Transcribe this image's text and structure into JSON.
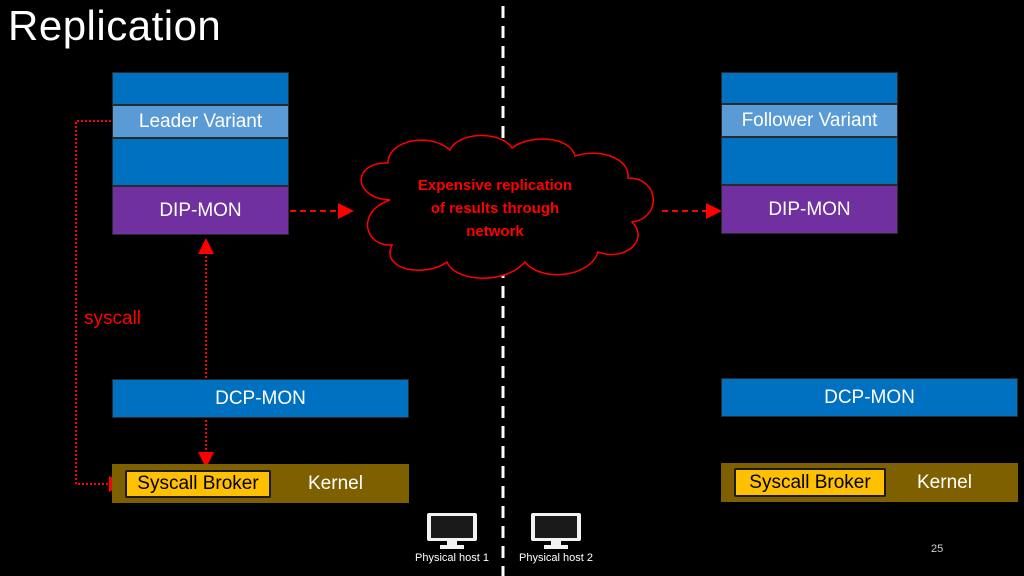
{
  "slide": {
    "title": "Replication",
    "page_number": "25"
  },
  "left": {
    "variant_label": "Leader Variant",
    "dipmon_label": "DIP-MON",
    "dcpmon_label": "DCP-MON",
    "broker_label": "Syscall Broker",
    "kernel_label": "Kernel",
    "syscall_label": "syscall"
  },
  "right": {
    "variant_label": "Follower Variant",
    "dipmon_label": "DIP-MON",
    "dcpmon_label": "DCP-MON",
    "broker_label": "Syscall Broker",
    "kernel_label": "Kernel"
  },
  "cloud": {
    "line1": "Expensive replication",
    "line2": "of results through",
    "line3": "network"
  },
  "hosts": [
    {
      "label": "Physical host 1",
      "icon": "monitor-icon"
    },
    {
      "label": "Physical host 2",
      "icon": "monitor-icon"
    }
  ],
  "colors": {
    "arrow": "#ff0000",
    "blue": "#0070c0",
    "light_blue": "#5b9bd5",
    "purple": "#7030a0",
    "kernel": "#7f6000",
    "broker": "#ffc000"
  }
}
